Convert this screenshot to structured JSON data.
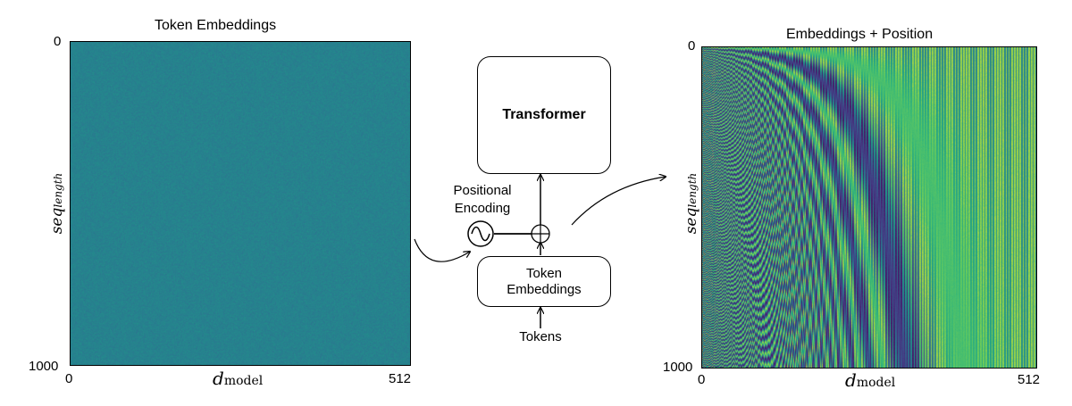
{
  "left_panel": {
    "title": "Token Embeddings",
    "y_tick_top": "0",
    "y_tick_bottom": "1000",
    "x_tick_left": "0",
    "x_tick_right": "512",
    "x_label_main": "d",
    "x_label_sub": "model",
    "y_label_main": "seq",
    "y_label_sub": "length"
  },
  "right_panel": {
    "title": "Embeddings + Position",
    "y_tick_top": "0",
    "y_tick_bottom": "1000",
    "x_tick_left": "0",
    "x_tick_right": "512",
    "x_label_main": "d",
    "x_label_sub": "model",
    "y_label_main": "seq",
    "y_label_sub": "length"
  },
  "diagram": {
    "transformer_label": "Transformer",
    "token_embeddings_line1": "Token",
    "token_embeddings_line2": "Embeddings",
    "positional_line1": "Positional",
    "positional_line2": "Encoding",
    "tokens_label": "Tokens"
  },
  "heatmap": {
    "seq_length": 1000,
    "d_model": 512,
    "colors": {
      "base": "#21918c",
      "low": "#440154",
      "high": "#fde725"
    }
  }
}
